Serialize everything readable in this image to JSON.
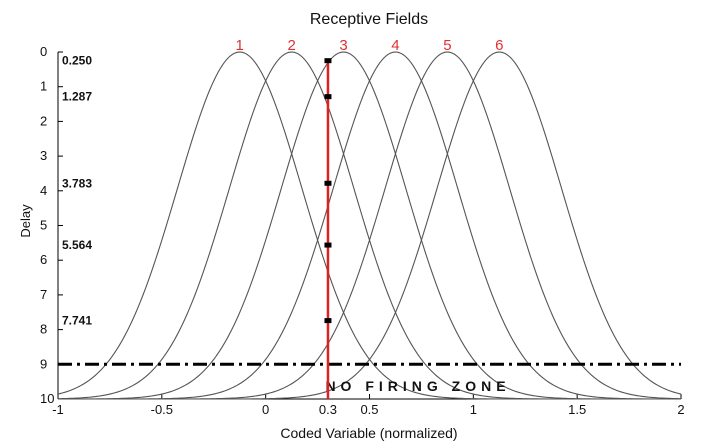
{
  "chart_data": {
    "type": "line",
    "title": "Receptive Fields",
    "xlabel": "Coded Variable (normalized)",
    "ylabel": "Delay",
    "xlim": [
      -1,
      2
    ],
    "ylim": [
      10,
      0
    ],
    "y_inverted": true,
    "x_ticks": [
      "-1",
      "-0.5",
      "0",
      "0.3",
      "0.5",
      "1",
      "1.5",
      "2"
    ],
    "x_tick_values": [
      -1,
      -0.5,
      0,
      0.3,
      0.5,
      1,
      1.5,
      2
    ],
    "y_ticks": [
      "0",
      "1",
      "2",
      "3",
      "4",
      "5",
      "6",
      "7",
      "8",
      "9",
      "10"
    ],
    "y_tick_values": [
      0,
      1,
      2,
      3,
      4,
      5,
      6,
      7,
      8,
      9,
      10
    ],
    "receptive_fields": [
      {
        "label": "1",
        "center": -0.125
      },
      {
        "label": "2",
        "center": 0.125
      },
      {
        "label": "3",
        "center": 0.375
      },
      {
        "label": "4",
        "center": 0.625
      },
      {
        "label": "5",
        "center": 0.875
      },
      {
        "label": "6",
        "center": 1.125
      }
    ],
    "field_width_sigma": 0.3,
    "coded_value": 0.3,
    "delays": [
      {
        "label": "0.250",
        "value": 0.25
      },
      {
        "label": "1.287",
        "value": 1.287
      },
      {
        "label": "3.783",
        "value": 3.783
      },
      {
        "label": "5.564",
        "value": 5.564
      },
      {
        "label": "7.741",
        "value": 7.741
      }
    ],
    "threshold_delay": 9,
    "threshold_label": "NO FIRING ZONE",
    "colors": {
      "curve": "#555555",
      "coded_line": "#e02020",
      "field_label": "#e03030",
      "marker": "#000000"
    }
  }
}
